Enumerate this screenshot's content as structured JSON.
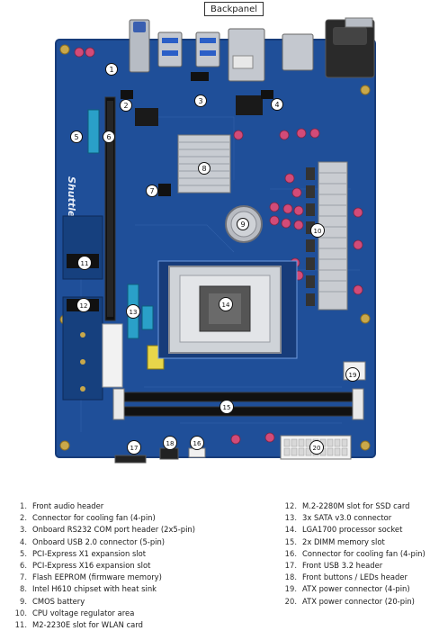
{
  "backpanel_label": "Backpanel",
  "colors": {
    "pcb": "#1f4f99",
    "pcb_dark": "#173c7a",
    "marker_fill": "#ffffff",
    "marker_stroke": "#111111"
  },
  "callouts": [
    {
      "n": "1"
    },
    {
      "n": "2"
    },
    {
      "n": "3"
    },
    {
      "n": "4"
    },
    {
      "n": "5"
    },
    {
      "n": "6"
    },
    {
      "n": "7"
    },
    {
      "n": "8"
    },
    {
      "n": "9"
    },
    {
      "n": "10"
    },
    {
      "n": "11"
    },
    {
      "n": "12"
    },
    {
      "n": "13"
    },
    {
      "n": "14"
    },
    {
      "n": "15"
    },
    {
      "n": "16"
    },
    {
      "n": "17"
    },
    {
      "n": "18"
    },
    {
      "n": "19"
    },
    {
      "n": "20"
    }
  ],
  "board_text": {
    "brand": "Shuttle"
  },
  "legend": [
    {
      "num": "1.",
      "text": "Front audio header"
    },
    {
      "num": "2.",
      "text": "Connector for cooling fan (4-pin)"
    },
    {
      "num": "3.",
      "text": "Onboard RS232 COM port header (2x5-pin)"
    },
    {
      "num": "4.",
      "text": "Onboard USB 2.0 connector (5-pin)"
    },
    {
      "num": "5.",
      "text": "PCI-Express X1 expansion slot"
    },
    {
      "num": "6.",
      "text": "PCI-Express X16 expansion slot"
    },
    {
      "num": "7.",
      "text": "Flash EEPROM (firmware memory)"
    },
    {
      "num": "8.",
      "text": "Intel H610 chipset with heat sink"
    },
    {
      "num": "9.",
      "text": "CMOS battery"
    },
    {
      "num": "10.",
      "text": "CPU voltage regulator area"
    },
    {
      "num": "11.",
      "text": "M2-2230E slot for WLAN card"
    },
    {
      "num": "12.",
      "text": "M.2-2280M slot for SSD card"
    },
    {
      "num": "13.",
      "text": "3x SATA v3.0 connector"
    },
    {
      "num": "14.",
      "text": "LGA1700 processor socket"
    },
    {
      "num": "15.",
      "text": "2x DIMM memory slot"
    },
    {
      "num": "16.",
      "text": "Connector for cooling fan (4-pin)"
    },
    {
      "num": "17.",
      "text": "Front USB 3.2 header"
    },
    {
      "num": "18.",
      "text": "Front buttons / LEDs header"
    },
    {
      "num": "19.",
      "text": "ATX power connector (4-pin)"
    },
    {
      "num": "20.",
      "text": "ATX power connector (20-pin)"
    }
  ]
}
